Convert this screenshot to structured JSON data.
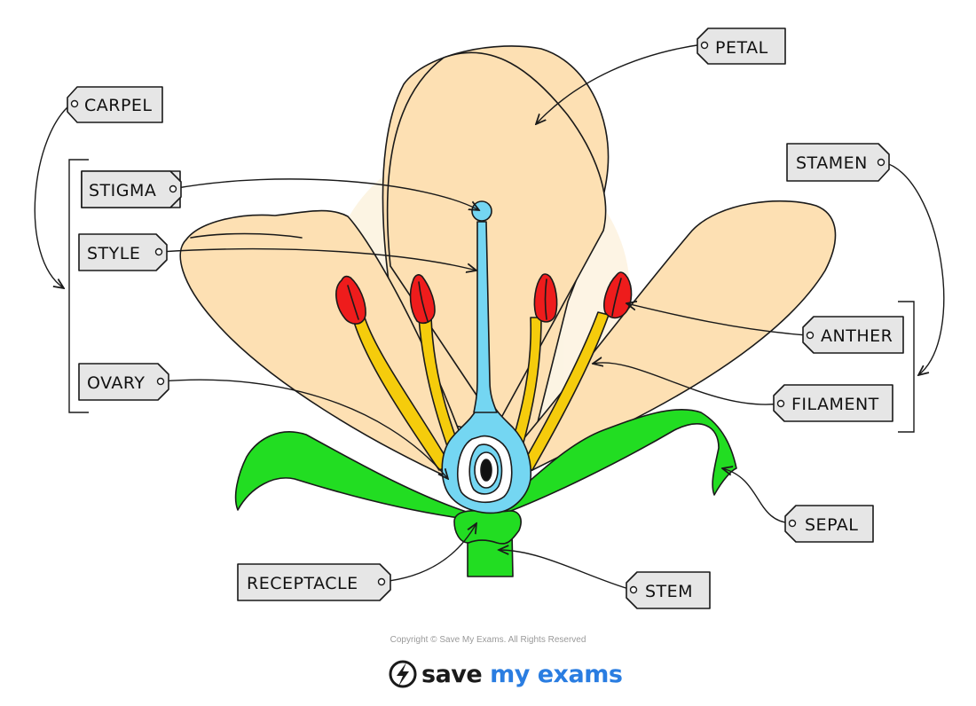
{
  "labels": {
    "petal": "PETAL",
    "carpel": "CARPEL",
    "stigma": "STIGMA",
    "style": "STYLE",
    "ovary": "OVARY",
    "stamen": "STAMEN",
    "anther": "ANTHER",
    "filament": "FILAMENT",
    "sepal": "SEPAL",
    "receptacle": "RECEPTACLE",
    "stem": "STEM"
  },
  "footer": {
    "copyright": "Copyright © Save My Exams. All Rights Reserved",
    "brand_part1": "save ",
    "brand_part2": "my exams"
  },
  "colors": {
    "petal": "#fde0b3",
    "anther": "#ee1c1c",
    "filament": "#f5cc0c",
    "carpel": "#74d6f2",
    "sepal": "#22dd22",
    "tag": "#e6e6e6",
    "brand_accent": "#2a7de1"
  }
}
